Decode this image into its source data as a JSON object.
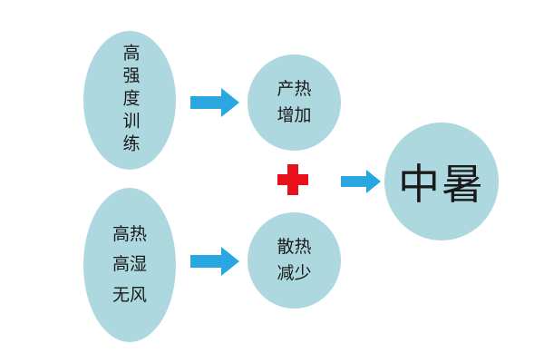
{
  "nodes": {
    "training": "高强度训练",
    "weather": "高热\n高湿\n无风",
    "heat_gain": "产热\n增加",
    "heat_loss": "散热\n减少",
    "result": "中暑"
  },
  "colors": {
    "node_fill": "#add8df",
    "arrow": "#2aa7e0",
    "plus": "#e8101a"
  },
  "icons": {
    "arrows": "right-arrow",
    "operator": "plus"
  }
}
